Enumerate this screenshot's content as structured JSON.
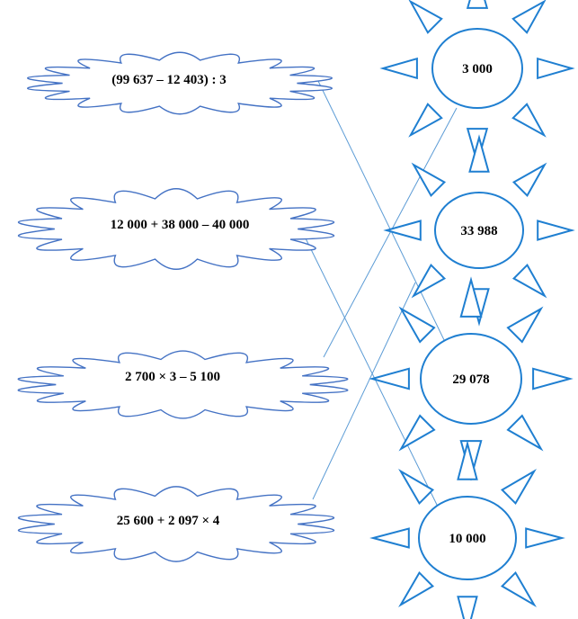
{
  "colors": {
    "cloud_stroke": "#4472c4",
    "sun_stroke": "#1f7fd1",
    "connector": "#5b9bd5",
    "text": "#000000"
  },
  "expressions": [
    {
      "label": "(99 637 – 12 403) : 3"
    },
    {
      "label": "12 000 + 38 000 – 40 000"
    },
    {
      "label": "2 700 × 3 – 5 100"
    },
    {
      "label": "25 600 + 2 097 × 4"
    }
  ],
  "results": [
    {
      "label": "3 000"
    },
    {
      "label": "33 988"
    },
    {
      "label": "29 078"
    },
    {
      "label": "10 000"
    }
  ],
  "connections": [
    {
      "from": 0,
      "to": 2
    },
    {
      "from": 1,
      "to": 3
    },
    {
      "from": 2,
      "to": 0
    },
    {
      "from": 3,
      "to": 1
    }
  ]
}
